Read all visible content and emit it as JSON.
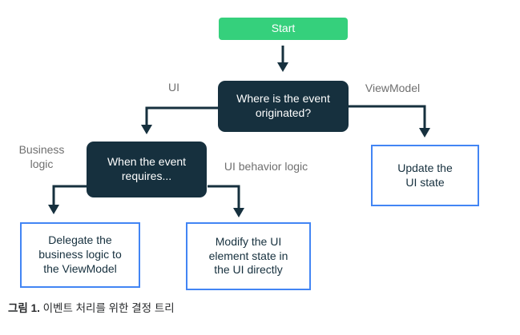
{
  "diagram": {
    "nodes": {
      "start": {
        "label": "Start"
      },
      "origin": {
        "label": "Where is the event\noriginated?"
      },
      "requires": {
        "label": "When the event\nrequires..."
      },
      "update": {
        "label": "Update the\nUI state"
      },
      "delegate": {
        "label": "Delegate the\nbusiness logic to\nthe ViewModel"
      },
      "modify": {
        "label": "Modify the UI\nelement state in\nthe UI directly"
      }
    },
    "edge_labels": {
      "ui": "UI",
      "viewmodel": "ViewModel",
      "business_logic": "Business\nlogic",
      "ui_behavior_logic": "UI behavior logic"
    },
    "colors": {
      "start_fill": "#35d07c",
      "decision_fill": "#16303e",
      "outline_blue": "#4285f4",
      "edge_label_gray": "#6f6f6f",
      "arrow": "#16303e"
    }
  },
  "caption": {
    "prefix": "그림 1.",
    "rest": " 이벤트 처리를 위한 결정 트리"
  }
}
